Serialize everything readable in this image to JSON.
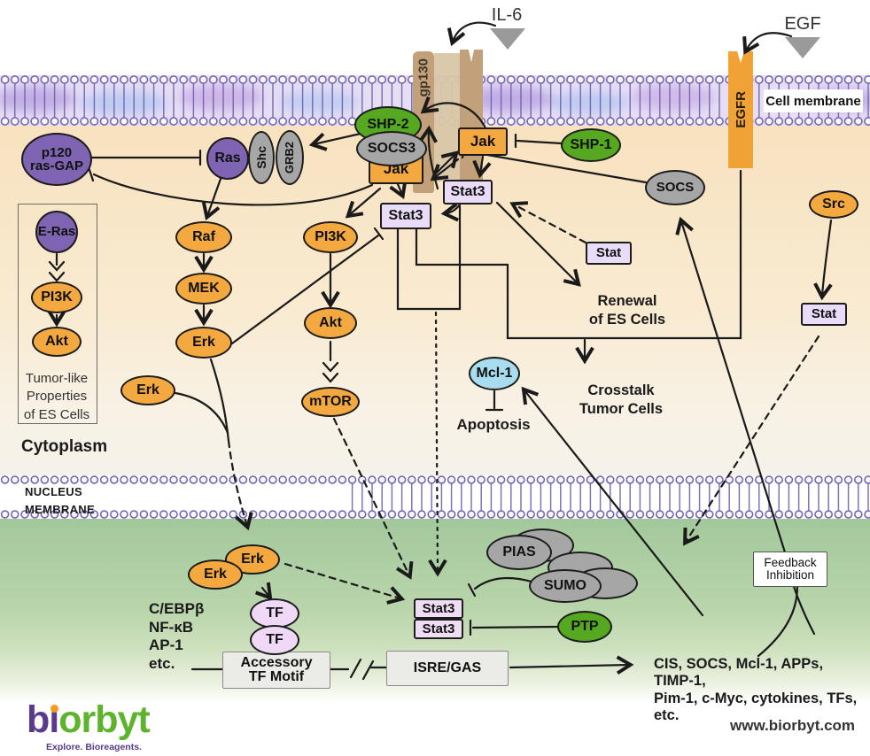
{
  "ligands": {
    "il6": "IL-6",
    "egf": "EGF"
  },
  "receptors": {
    "gp130": "gp130",
    "egfr": "EGFR"
  },
  "regions": {
    "cell_membrane": "Cell membrane",
    "cytoplasm": "Cytoplasm",
    "nucleus_membrane": "NUCLEUS\nMEMBRANE"
  },
  "nodes": {
    "p120": "p120\nras-GAP",
    "ras": "Ras",
    "shc": "Shc",
    "grb2": "GRB2",
    "shp2": "SHP-2",
    "socs3": "SOCS3",
    "jak_left": "Jak",
    "jak_right": "Jak",
    "shp1": "SHP-1",
    "socs": "SOCS",
    "src": "Src",
    "stat3_left": "Stat3",
    "stat3_right": "Stat3",
    "stat_mid": "Stat",
    "stat_right": "Stat",
    "eras": "E-Ras",
    "pi3k_left": "PI3K",
    "akt_left": "Akt",
    "raf": "Raf",
    "mek": "MEK",
    "erk": "Erk",
    "erk_free": "Erk",
    "pi3k": "PI3K",
    "akt": "Akt",
    "mtor": "mTOR",
    "mcl1": "Mcl-1",
    "erk_nuc_a": "Erk",
    "erk_nuc_b": "Erk",
    "tf_a": "TF",
    "tf_b": "TF",
    "stat3_nuc_a": "Stat3",
    "stat3_nuc_b": "Stat3",
    "pias": "PIAS",
    "sumo": "SUMO",
    "ptp": "PTP"
  },
  "annotations": {
    "tumor_like": "Tumor-like\nProperties\nof ES Cells",
    "renewal": "Renewal\nof ES Cells",
    "crosstalk": "Crosstalk\nTumor Cells",
    "apoptosis": "Apoptosis",
    "tf_examples": "C/EBPβ\nNF-κB\nAP-1\netc.",
    "feedback_inhibition": "Feedback\nInhibition",
    "gene_outputs": "CIS, SOCS, Mcl-1, APPs, TIMP-1,\nPim-1, c-Myc, cytokines, TFs, etc."
  },
  "dna": {
    "accessory": "Accessory\nTF Motif",
    "isre": "ISRE/GAS"
  },
  "footer": {
    "logo_b": "b",
    "logo_i": "ı",
    "logo_rest": "orbyt",
    "tagline": "Explore. Bioreagents.",
    "website": "www.biorbyt.com"
  },
  "colors": {
    "orange": "#F3A93F",
    "purple": "#7E64B2",
    "gray": "#A6A6A6",
    "green": "#55A820",
    "lilac": "#E9DCF8",
    "blue": "#A8DDF0",
    "pink": "#EFD9F6",
    "membrane_line": "#6C5FAE",
    "tan_bar": "#C2A17A"
  }
}
